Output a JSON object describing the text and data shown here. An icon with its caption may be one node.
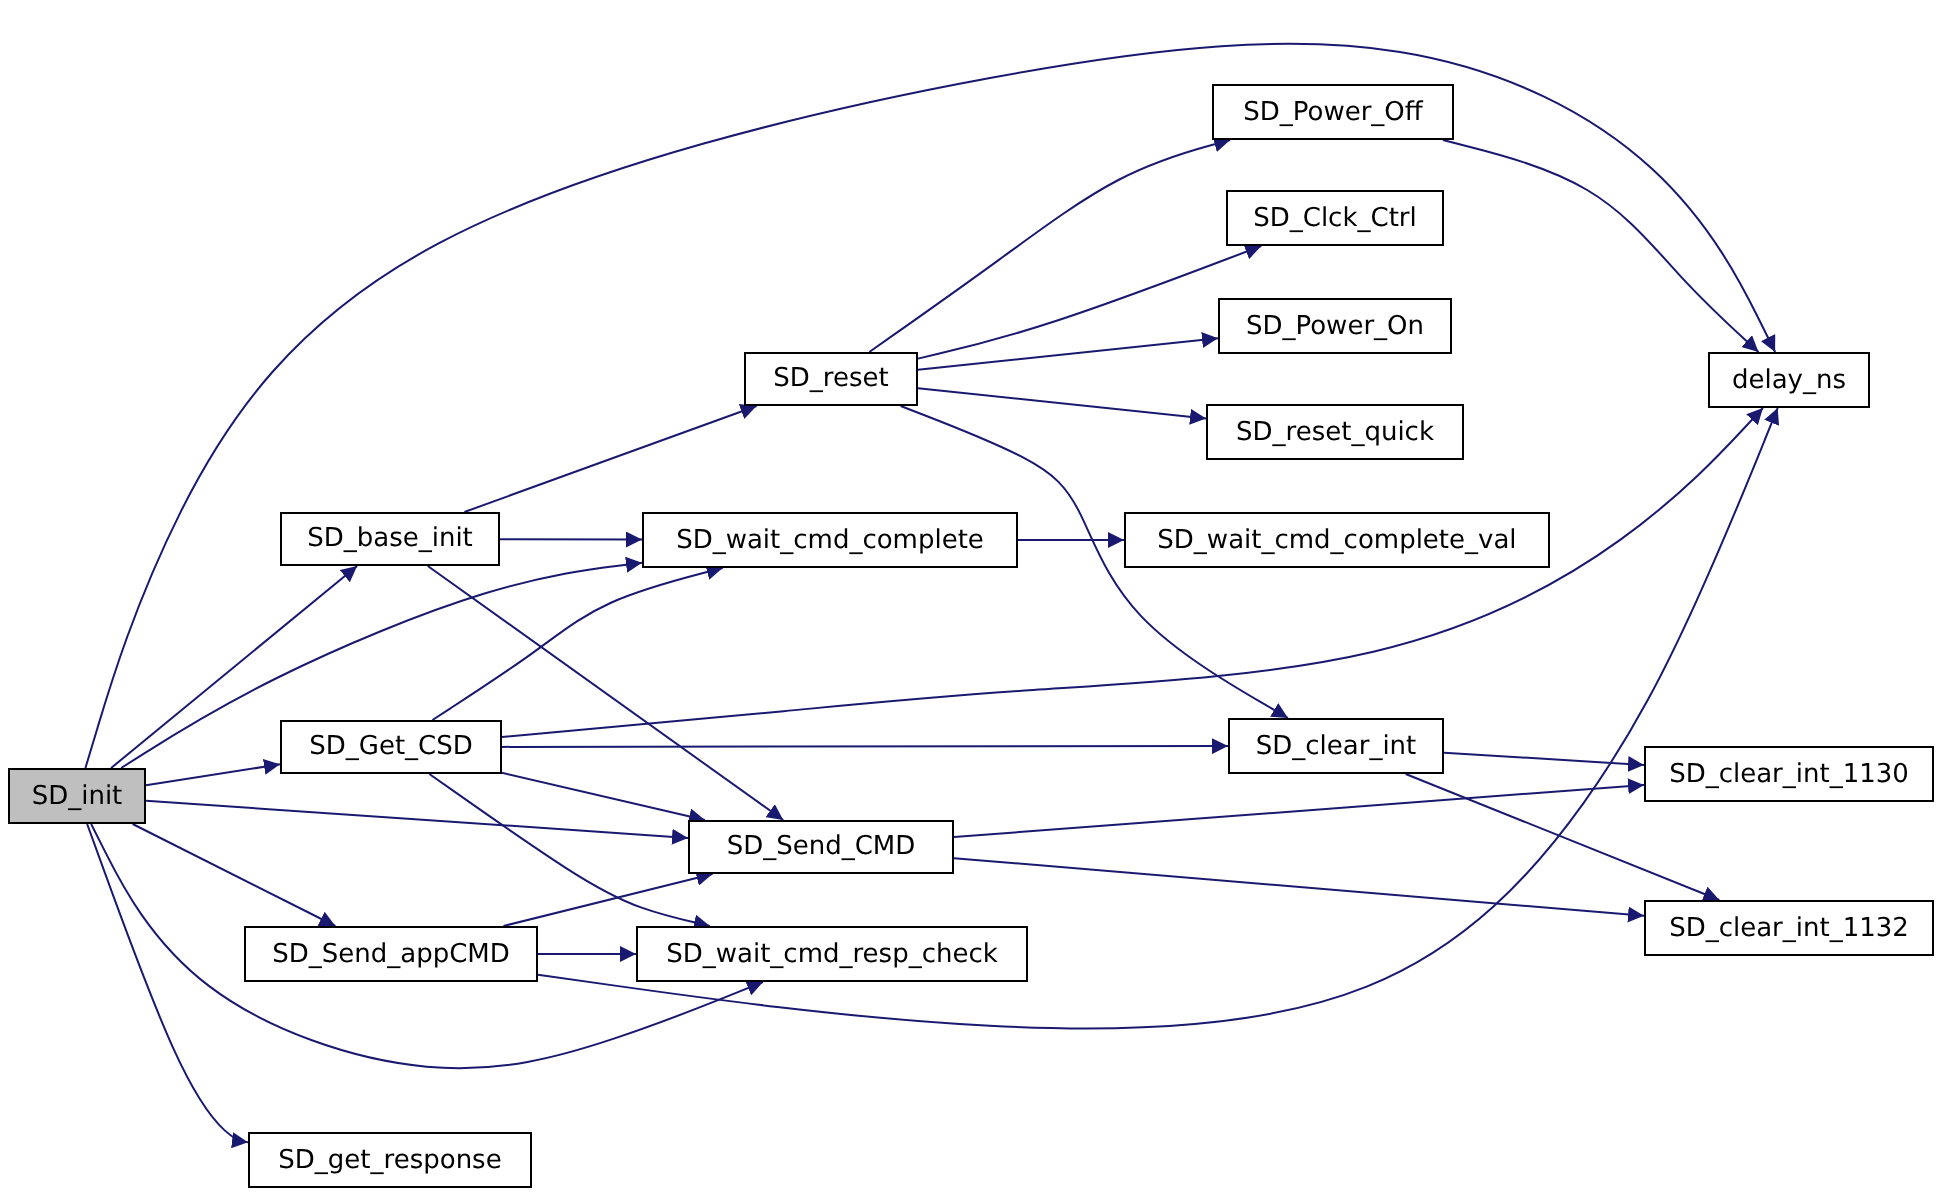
{
  "diagram": {
    "nodes": [
      {
        "text": [
          "SD_init"
        ]
      },
      {
        "text": [
          "SD_base_init"
        ]
      },
      {
        "text": [
          "SD_Get_CSD"
        ]
      },
      {
        "text": [
          "SD_Send_appCMD"
        ]
      },
      {
        "text": [
          "SD_get_response"
        ]
      },
      {
        "text": [
          "SD_reset"
        ]
      },
      {
        "text": [
          "SD_wait_cmd_complete"
        ]
      },
      {
        "text": [
          "SD_Send_CMD"
        ]
      },
      {
        "text": [
          "SD_wait_cmd_resp_check"
        ]
      },
      {
        "text": [
          "SD_Power_Off"
        ]
      },
      {
        "text": [
          "SD_Clck_Ctrl"
        ]
      },
      {
        "text": [
          "SD_Power_On"
        ]
      },
      {
        "text": [
          "SD_reset_quick"
        ]
      },
      {
        "text": [
          "SD_wait_cmd_complete_val"
        ]
      },
      {
        "text": [
          "SD_clear_int"
        ]
      },
      {
        "text": [
          "delay_ns"
        ]
      },
      {
        "text": [
          "SD_clear_int_1130"
        ]
      },
      {
        "text": [
          "SD_clear_int_1132"
        ]
      }
    ],
    "edges": [
      {
        "from": 0,
        "to": 15,
        "arrow": "to"
      },
      {
        "from": 0,
        "to": 1,
        "arrow": "to"
      },
      {
        "from": 0,
        "to": 6,
        "arrow": "to"
      },
      {
        "from": 0,
        "to": 2,
        "arrow": "to"
      },
      {
        "from": 0,
        "to": 7,
        "arrow": "to"
      },
      {
        "from": 0,
        "to": 3,
        "arrow": "to"
      },
      {
        "from": 0,
        "to": 8,
        "arrow": "to"
      },
      {
        "from": 0,
        "to": 4,
        "arrow": "to"
      },
      {
        "from": 1,
        "to": 5,
        "arrow": "to"
      },
      {
        "from": 1,
        "to": 6,
        "arrow": "to"
      },
      {
        "from": 1,
        "to": 7,
        "arrow": "to"
      },
      {
        "from": 2,
        "to": 6,
        "arrow": "to"
      },
      {
        "from": 2,
        "to": 15,
        "arrow": "to"
      },
      {
        "from": 2,
        "to": 14,
        "arrow": "to"
      },
      {
        "from": 2,
        "to": 7,
        "arrow": "to"
      },
      {
        "from": 2,
        "to": 8,
        "arrow": "to"
      },
      {
        "from": 3,
        "to": 7,
        "arrow": "to"
      },
      {
        "from": 3,
        "to": 8,
        "arrow": "to"
      },
      {
        "from": 3,
        "to": 15,
        "arrow": "to"
      },
      {
        "from": 5,
        "to": 9,
        "arrow": "to"
      },
      {
        "from": 5,
        "to": 10,
        "arrow": "to"
      },
      {
        "from": 5,
        "to": 11,
        "arrow": "to"
      },
      {
        "from": 5,
        "to": 12,
        "arrow": "to"
      },
      {
        "from": 5,
        "to": 14,
        "arrow": "to"
      },
      {
        "from": 9,
        "to": 15,
        "arrow": "to"
      },
      {
        "from": 6,
        "to": 13,
        "arrow": "to"
      },
      {
        "from": 14,
        "to": 16,
        "arrow": "to"
      },
      {
        "from": 14,
        "to": 17,
        "arrow": "to"
      },
      {
        "from": 7,
        "to": 16,
        "arrow": "to"
      },
      {
        "from": 7,
        "to": 17,
        "arrow": "to"
      }
    ]
  }
}
